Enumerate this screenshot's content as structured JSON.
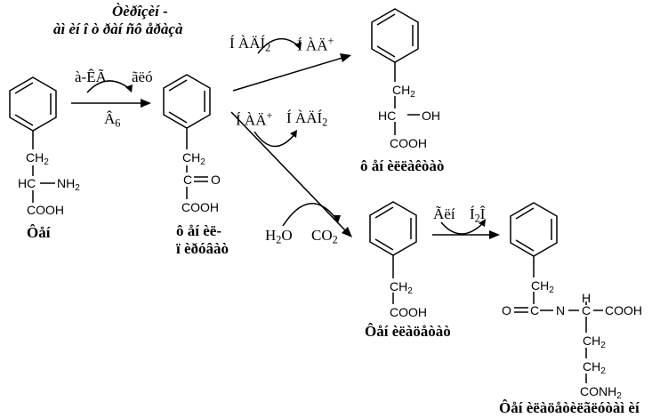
{
  "title": {
    "line1": "Òèðîçèí -",
    "line2": "àì èí î ò ðàí ñô åðàçà"
  },
  "compounds": {
    "phe": {
      "ch2": "CH",
      "ch2_sub": "2",
      "hc": "HC",
      "nh2": "NH",
      "nh2_sub": "2",
      "cooh": "COOH",
      "name": "Ôåí"
    },
    "phenylpyruvate": {
      "ch2": "CH",
      "ch2_sub": "2",
      "c": "C",
      "o": "O",
      "cooh": "COOH",
      "name_line1": "ô åí èë-",
      "name_line2": "ï èðóâàò"
    },
    "phenyllactate": {
      "ch2": "CH",
      "ch2_sub": "2",
      "hc": "HC",
      "oh": "OH",
      "cooh": "COOH",
      "name": "ô åí èëëàêòàò"
    },
    "phenylacetate": {
      "ch2": "CH",
      "ch2_sub": "2",
      "cooh": "COOH",
      "name": "Ôåí èëàöåòàò"
    },
    "phenylacetylglutamine": {
      "ch2_top": "CH",
      "ch2_top_sub": "2",
      "o": "O",
      "c": "C",
      "n": "N",
      "h": "H",
      "c2": "C",
      "cooh": "COOH",
      "ch2_a": "CH",
      "ch2_a_sub": "2",
      "ch2_b": "CH",
      "ch2_b_sub": "2",
      "conh2": "CONH",
      "conh2_sub": "2",
      "name": "Ôåí èëàöåòèëãëóòàì èí"
    }
  },
  "reactions": {
    "transamination": {
      "above": "à-ÊÃ",
      "above_right": "ãëó",
      "below": "Â",
      "below_sub": "6"
    },
    "reduction": {
      "left": "Í ÀÄÍ",
      "left_sub": "2",
      "right": "Í ÀÄ",
      "right_sup": "+"
    },
    "oxidation": {
      "left": "Í ÀÄ",
      "left_sup": "+",
      "right": "Í ÀÄÍ",
      "right_sub": "2"
    },
    "decarboxylation": {
      "left": "H",
      "left_sub": "2",
      "left_tail": "O",
      "right": "CO",
      "right_sub": "2"
    },
    "conjugation": {
      "left": "Ãëí",
      "right": "Í",
      "right_sub": "2",
      "right_tail": "Î"
    }
  }
}
